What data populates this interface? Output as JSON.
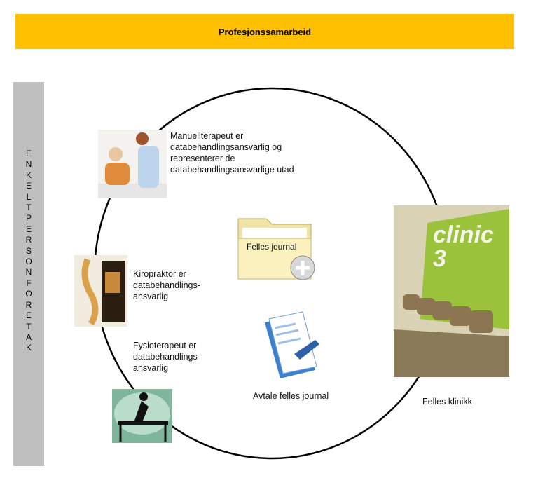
{
  "title": "Profesjonssamarbeid",
  "sidebar_label": "ENKELTPERSONFORETAK",
  "nodes": {
    "manuellterapeut": "Manuellterapeut er databehandlingsansvarlig og representerer de databehandlingsansvarlige utad",
    "kiropraktor": "Kiropraktor er databehandlings-ansvarlig",
    "fysioterapeut": "Fysioterapeut er databehandlings-ansvarlig",
    "felles_journal": "Felles journal",
    "avtale": "Avtale felles journal",
    "felles_klinikk": "Felles klinikk",
    "clinic_sign": "clinic 3"
  },
  "colors": {
    "banner": "#ffc000",
    "sidebar": "#bfbfbf"
  }
}
